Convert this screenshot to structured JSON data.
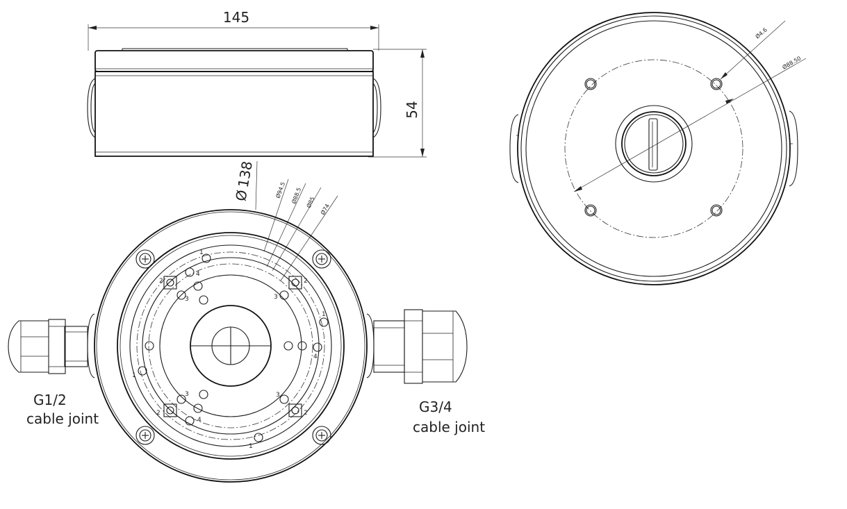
{
  "dimensions": {
    "width": "145",
    "height": "54",
    "diameter_138": "138",
    "phi_94_5": "94.5",
    "phi_88_5": "88.5",
    "phi_85": "85",
    "phi_74": "74",
    "phi_4_6": "4.6",
    "phi_88_50": "88.50",
    "phi_symbol": "Ø"
  },
  "hole_labels": {
    "one": "1",
    "two": "2",
    "three": "3",
    "four": "4"
  },
  "labels": {
    "left_joint_size": "G1/2",
    "left_joint_text": "cable joint",
    "right_joint_size": "G3/4",
    "right_joint_text": "cable joint"
  }
}
